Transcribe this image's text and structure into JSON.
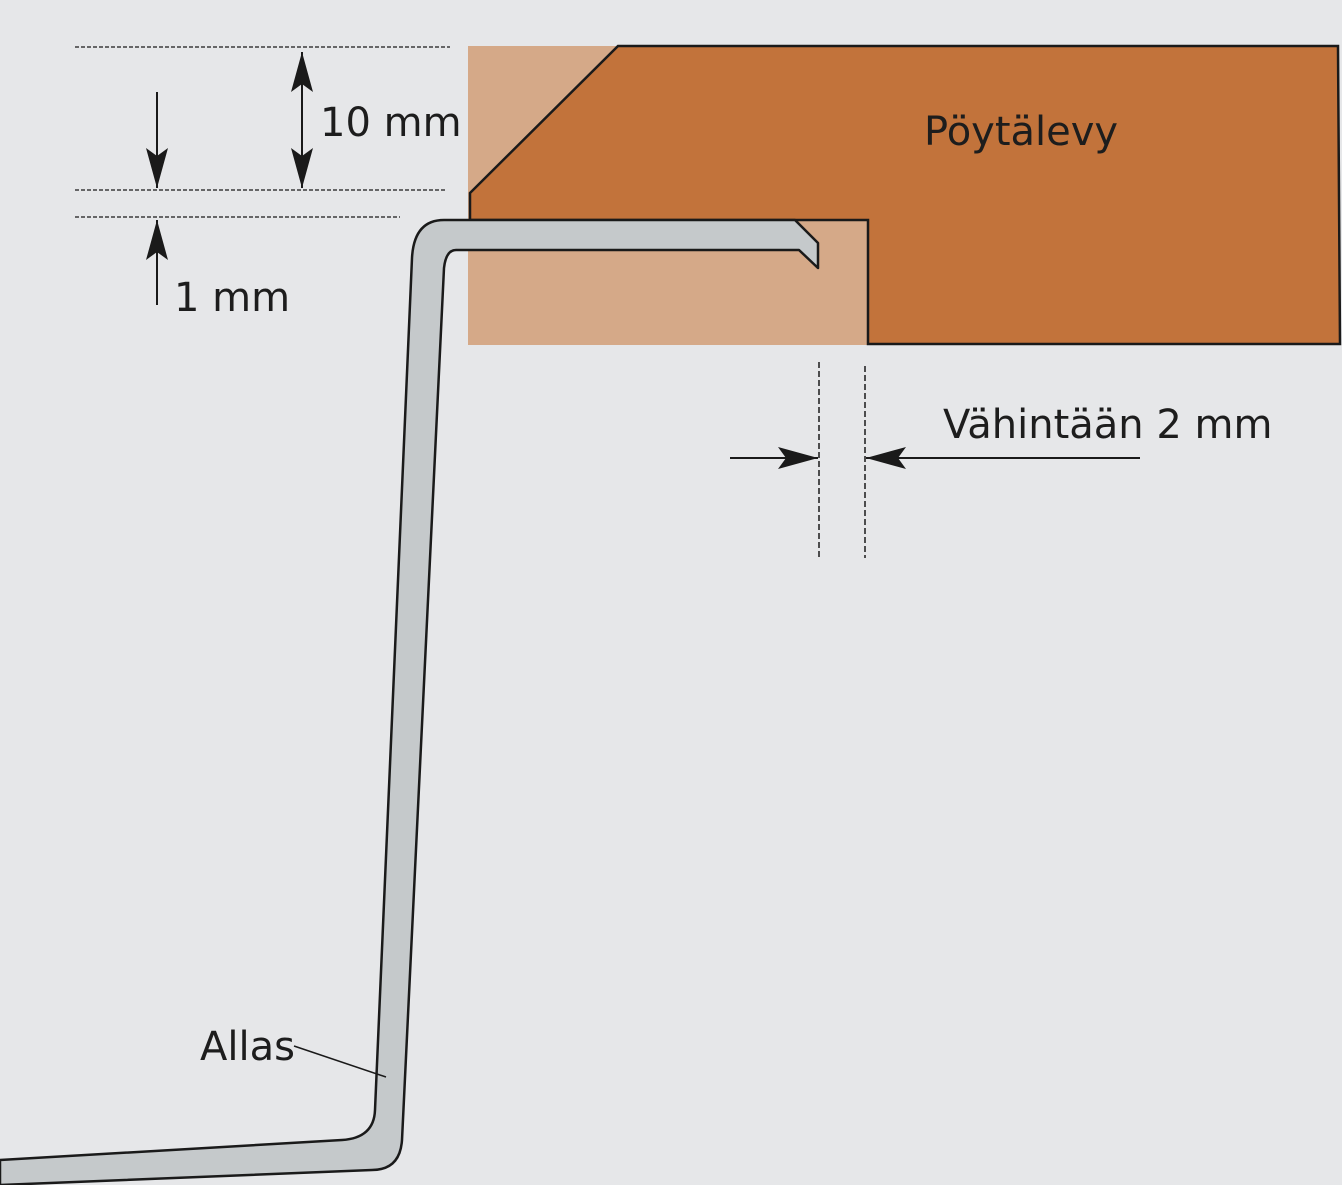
{
  "colors": {
    "background": "#e6e7e9",
    "countertop": "#c2733b",
    "countertop_cutout": "#d5a988",
    "sink_steel": "#c5c9cb",
    "outline": "#1a1a1a"
  },
  "labels": {
    "countertop": "Pöytälevy",
    "sink": "Allas",
    "dimension_top": "10 mm",
    "dimension_small": "1 mm",
    "dimension_gap": "Vähintään 2 mm"
  }
}
